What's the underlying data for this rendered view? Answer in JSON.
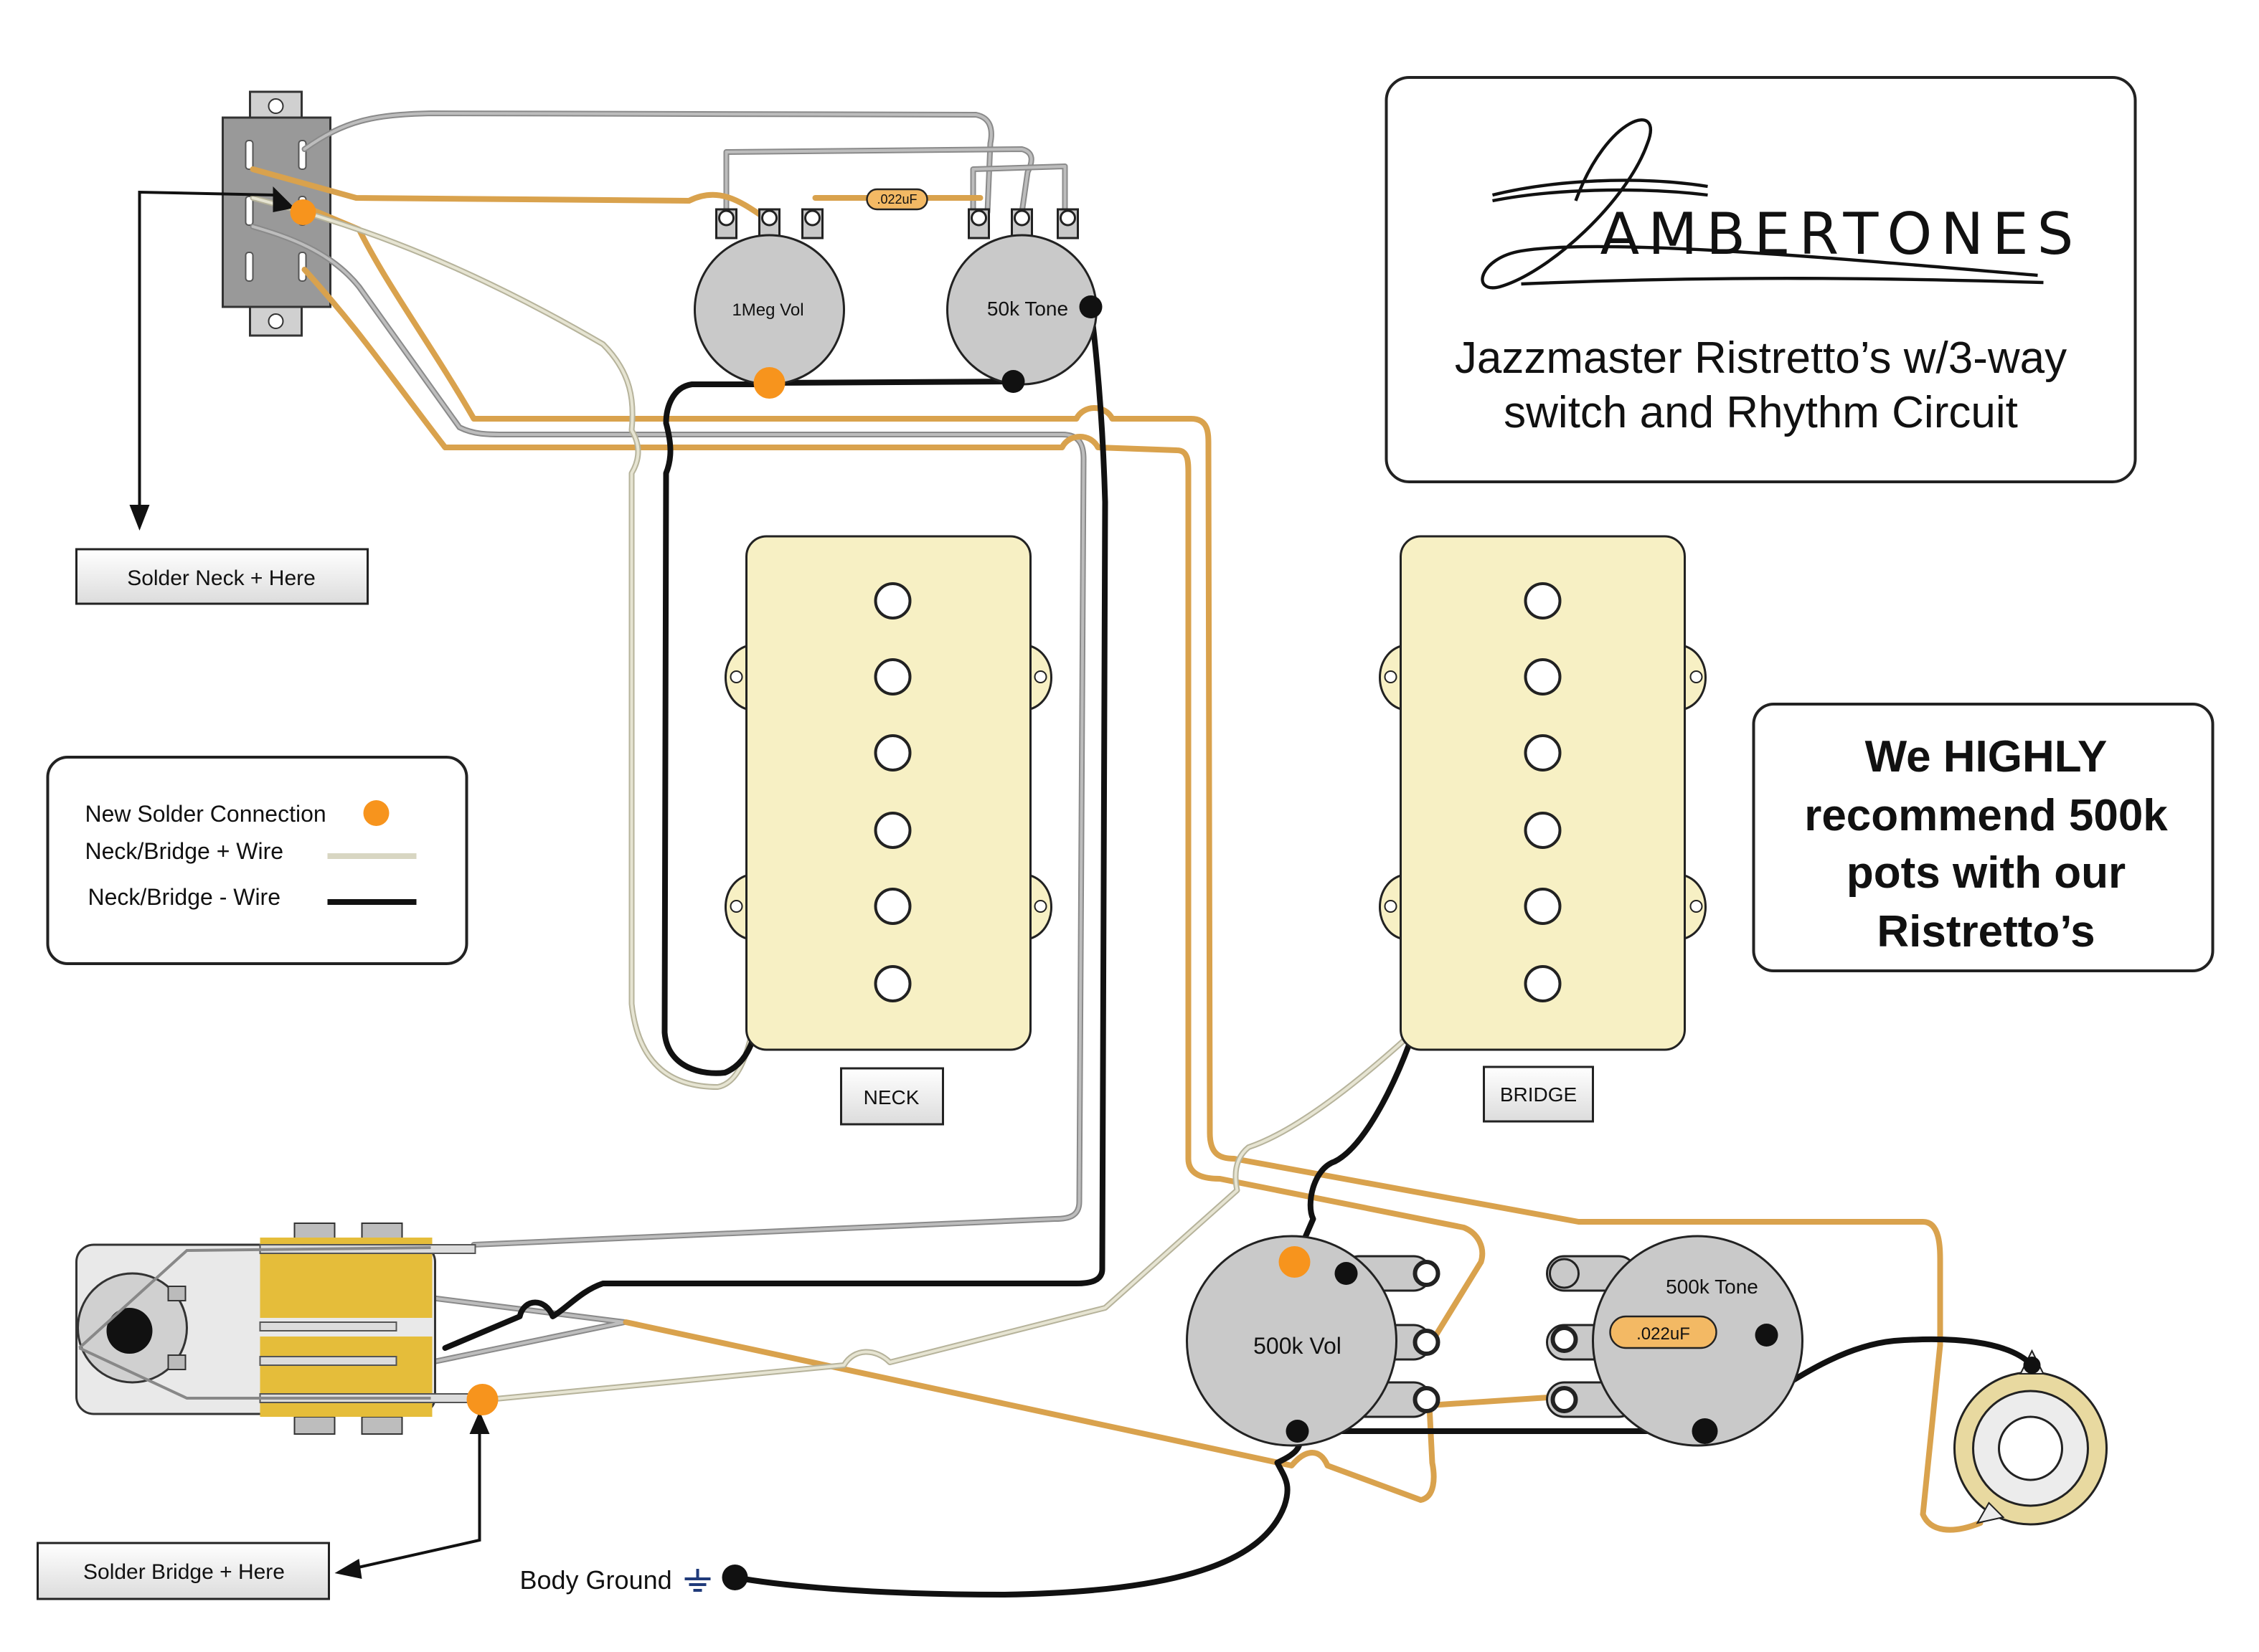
{
  "title_box": {
    "brand": "AMBERTONES",
    "title_line1": "Jazzmaster Ristretto’s w/3-way",
    "title_line2": "switch and Rhythm Circuit"
  },
  "recommend_box": {
    "line1": "We HIGHLY",
    "line2": "recommend 500k",
    "line3": "pots with our",
    "line4": "Ristretto’s"
  },
  "legend": {
    "solder": "New Solder Connection",
    "plus_wire": "Neck/Bridge + Wire",
    "minus_wire": "Neck/Bridge - Wire"
  },
  "labels": {
    "solder_neck": "Solder Neck + Here",
    "solder_bridge": "Solder Bridge + Here",
    "neck": "NECK",
    "bridge": "BRIDGE",
    "body_ground": "Body Ground",
    "rhythm_vol": "1Meg Vol",
    "rhythm_tone": "50k Tone",
    "rhythm_cap": ".022uF",
    "main_vol": "500k Vol",
    "main_tone": "500k Tone",
    "main_cap": ".022uF"
  },
  "colors": {
    "orange_wire": "#d9a24d",
    "grey_wire": "#9a9a9a",
    "cream_wire": "#d8d6c2",
    "black_wire": "#111111",
    "solder_dot": "#f7941d",
    "pickup_fill": "#f7f0c4",
    "pot_fill": "#c9c9c9",
    "switch_yellow": "#e5bd3a"
  }
}
